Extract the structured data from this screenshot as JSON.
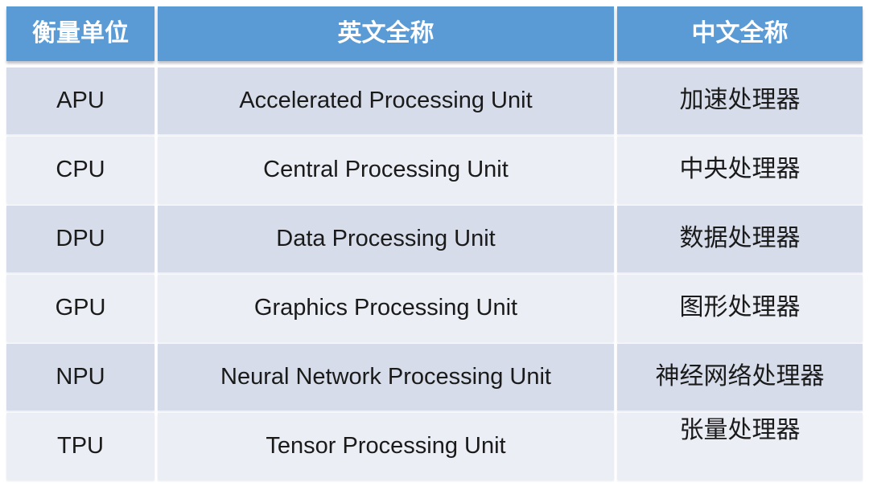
{
  "table": {
    "headers": [
      "衡量单位",
      "英文全称",
      "中文全称"
    ],
    "rows": [
      {
        "abbr": "APU",
        "english": "Accelerated Processing Unit",
        "chinese": "加速处理器"
      },
      {
        "abbr": "CPU",
        "english": "Central Processing Unit",
        "chinese": "中央处理器"
      },
      {
        "abbr": "DPU",
        "english": "Data Processing Unit",
        "chinese": "数据处理器"
      },
      {
        "abbr": "GPU",
        "english": "Graphics Processing Unit",
        "chinese": "图形处理器"
      },
      {
        "abbr": "NPU",
        "english": "Neural Network Processing Unit",
        "chinese": "神经网络处理器"
      },
      {
        "abbr": "TPU",
        "english": "Tensor Processing Unit",
        "chinese": "张量处理器"
      }
    ]
  },
  "colors": {
    "page_bg": "#FFFFFF",
    "header_bg": "#5B9BD5",
    "header_text": "#FFFFFF",
    "band_dark": "#D6DCE9",
    "band_light": "#EBEEF5",
    "body_text": "#1A1A1A"
  }
}
